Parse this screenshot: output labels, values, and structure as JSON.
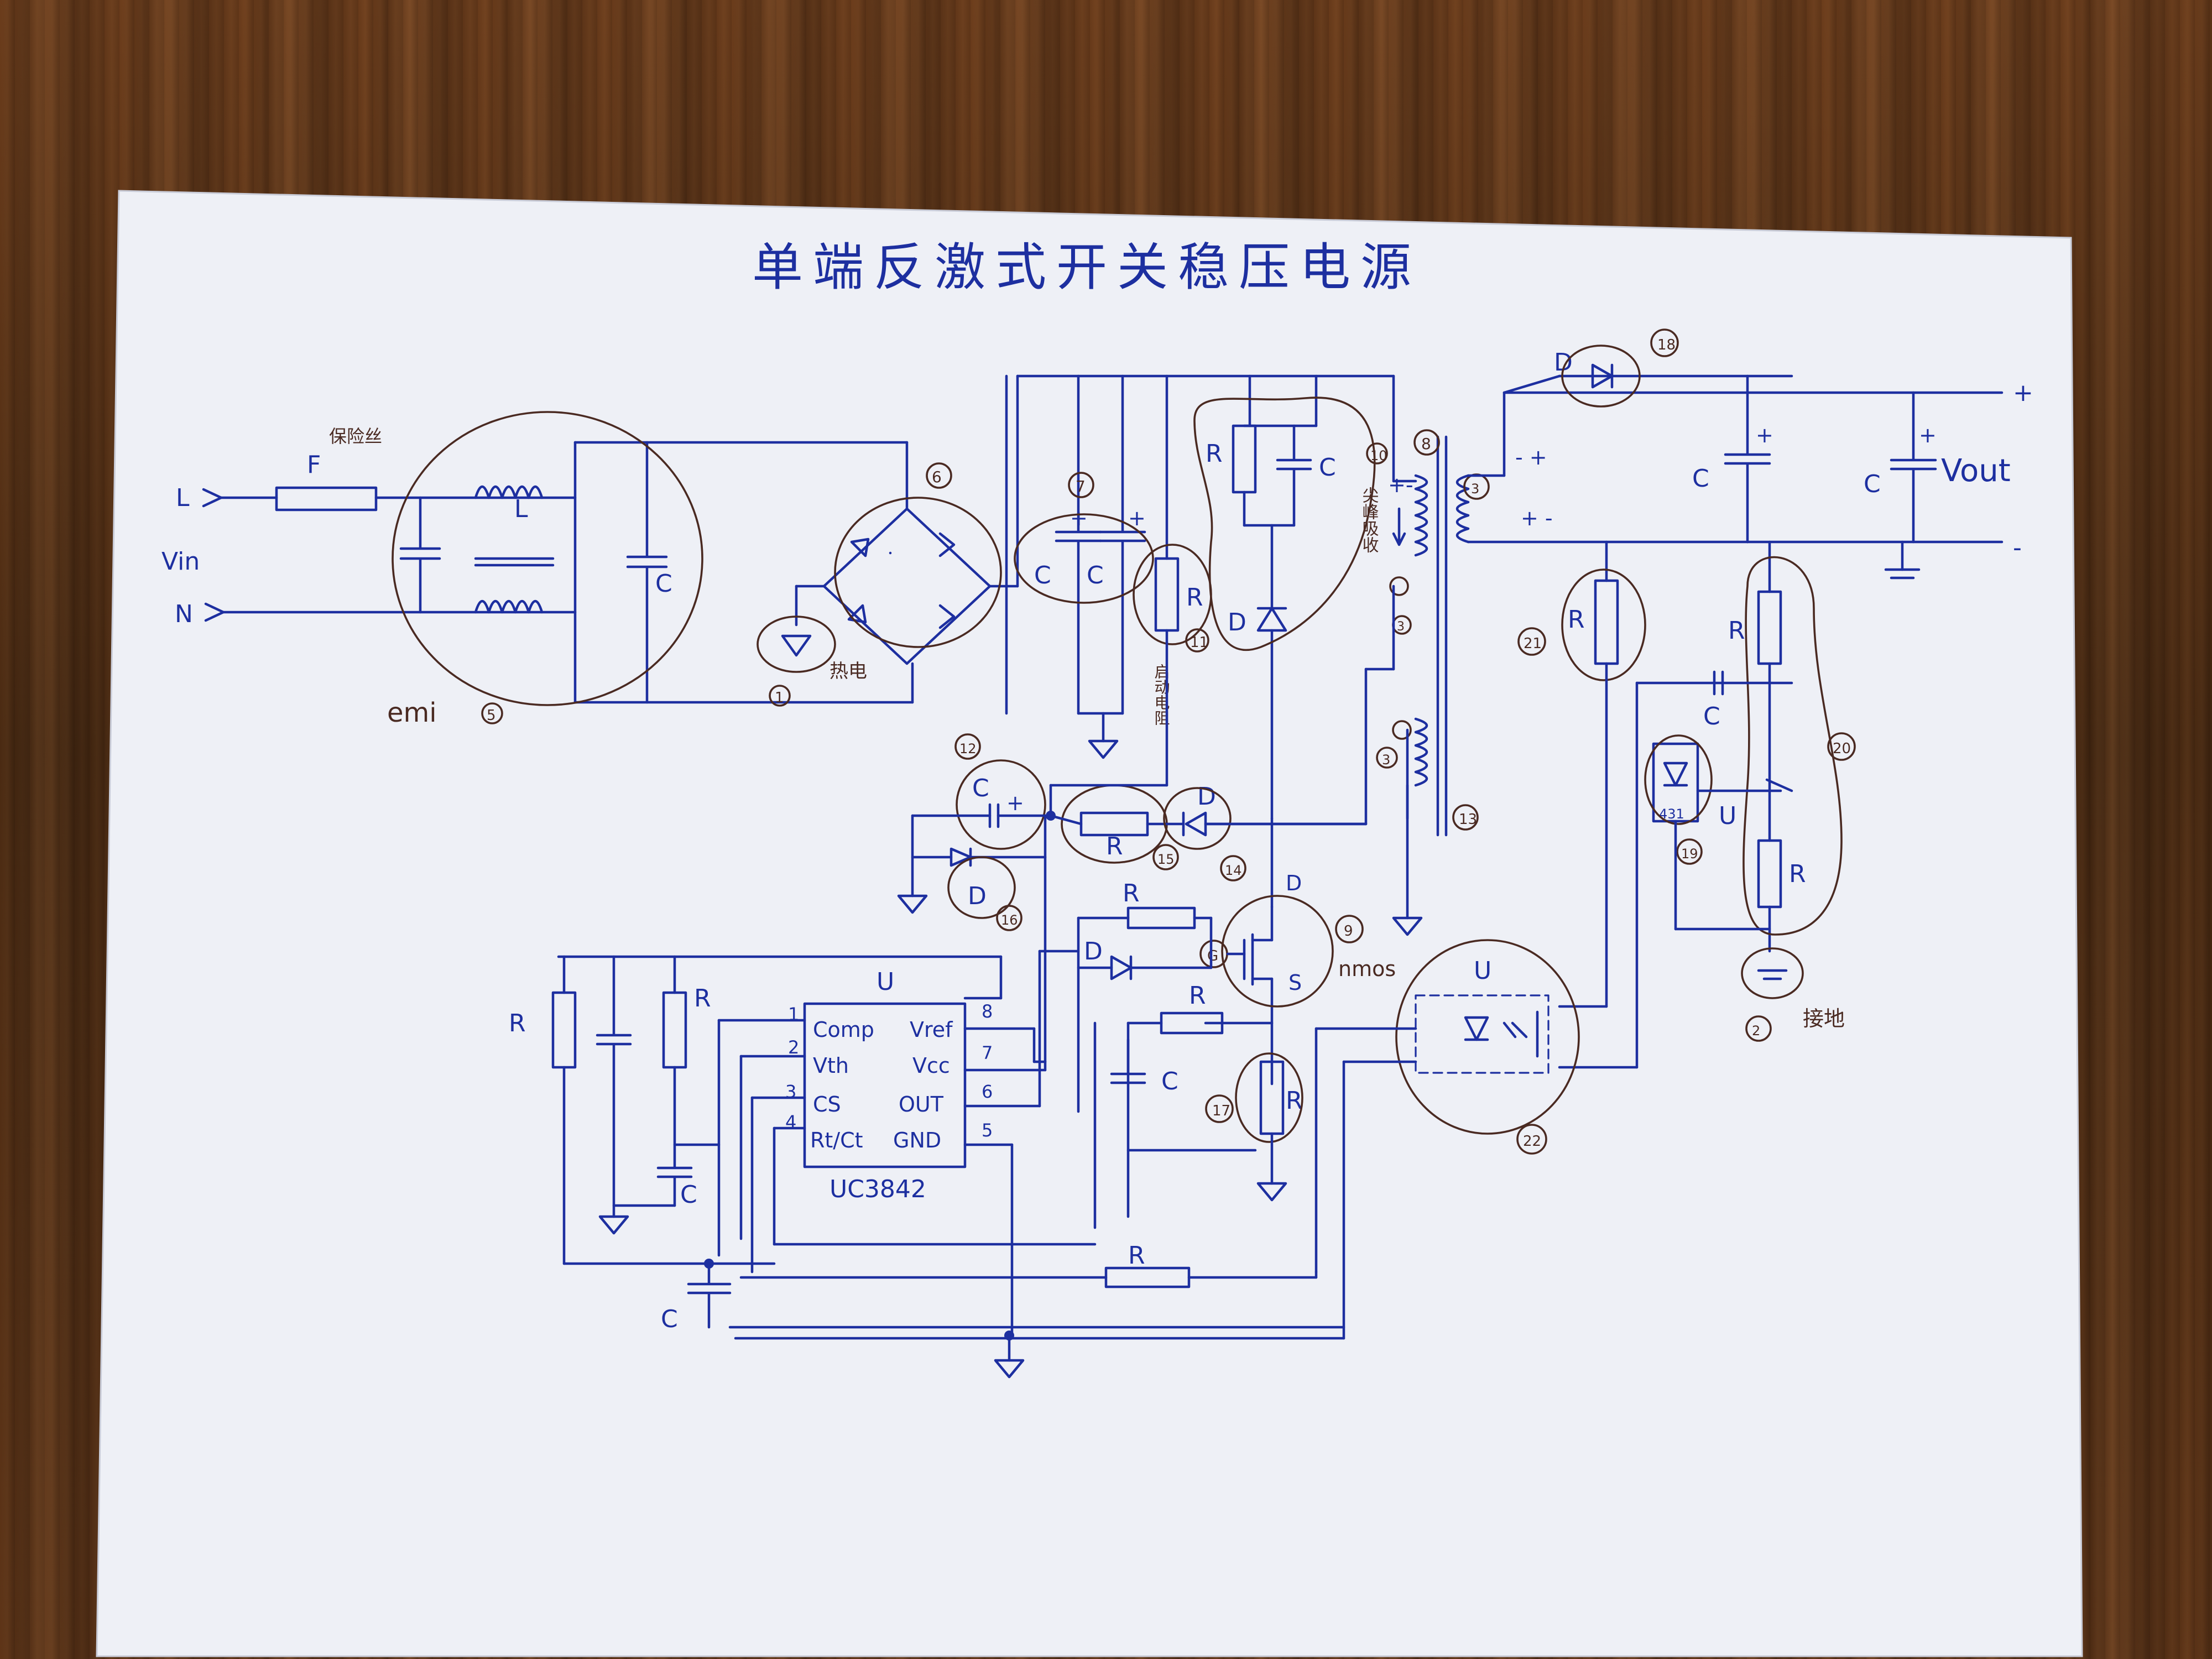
{
  "title": "单端反激式开关稳压电源",
  "input": {
    "line_label": "L",
    "neutral_label": "N",
    "vin_label": "Vin",
    "fuse_label": "F",
    "fuse_note": "保险丝",
    "emi_label": "emi"
  },
  "output": {
    "vout_label": "Vout",
    "plus": "+",
    "minus": "-"
  },
  "component_letters": {
    "R": "R",
    "C": "C",
    "D": "D",
    "L": "L",
    "U": "U"
  },
  "notes": {
    "thermistor": "热电",
    "startup_resistor": "启动电阻",
    "spike_absorb": "尖峰吸收",
    "ground": "接地",
    "nmos": "nmos",
    "drain": "D",
    "source": "S",
    "gate_circle": "G"
  },
  "ic": {
    "label": "U",
    "part": "UC3842",
    "pins_left": [
      {
        "num": "1",
        "name": "Comp"
      },
      {
        "num": "2",
        "name": "Vth"
      },
      {
        "num": "3",
        "name": "CS"
      },
      {
        "num": "4",
        "name": "Rt/Ct"
      }
    ],
    "pins_right": [
      {
        "num": "8",
        "name": "Vref"
      },
      {
        "num": "7",
        "name": "Vcc"
      },
      {
        "num": "6",
        "name": "OUT"
      },
      {
        "num": "5",
        "name": "GND"
      }
    ]
  },
  "markers": [
    "1",
    "2",
    "3",
    "5",
    "6",
    "7",
    "8",
    "9",
    "10",
    "11",
    "12",
    "13",
    "14",
    "15",
    "16",
    "17",
    "18",
    "19",
    "20",
    "21",
    "22"
  ],
  "colors": {
    "ink": "#1d2fa0",
    "pencil": "#4a2a22",
    "paper": "#eef0f6",
    "wood": "#5a3418"
  }
}
